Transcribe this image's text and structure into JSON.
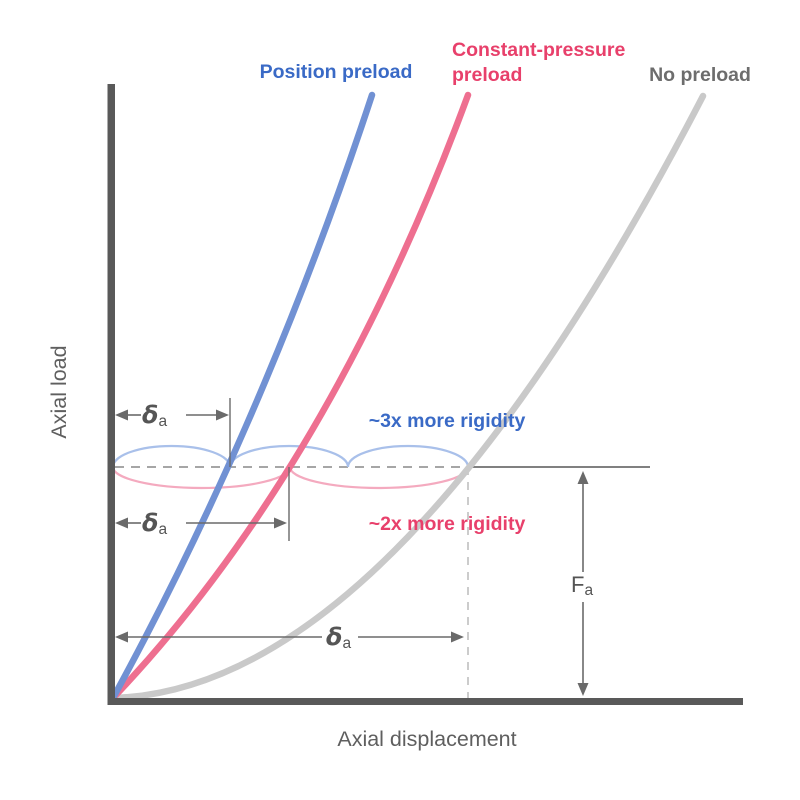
{
  "axes": {
    "y_label": "Axial load",
    "x_label": "Axial displacement"
  },
  "legend": {
    "position_preload": "Position preload",
    "constant_pressure_line1": "Constant-pressure",
    "constant_pressure_line2": "preload",
    "no_preload": "No preload"
  },
  "annotations": {
    "rigidity_blue": "~3x more rigidity",
    "rigidity_pink": "~2x more rigidity",
    "delta": "δ",
    "delta_sub": "a",
    "force": "F",
    "force_sub": "a"
  },
  "colors": {
    "axis": "#595959",
    "curve_blue": "#7191d3",
    "curve_pink": "#ee6f90",
    "curve_gray": "#c9c9c9",
    "arc_blue": "#a9c0ea",
    "arc_pink": "#f4aabf",
    "text_blue": "#3a6ac6",
    "text_pink": "#e8406b",
    "text_gray": "#6d6d6d",
    "text_dark": "#555555",
    "annotation_line": "#6a6a6a",
    "dashed_load_line": "#9a9a9a",
    "solid_load_line": "#6e6e6e",
    "dashed_displacement_line": "#c4c4c4"
  },
  "chart_data": {
    "type": "line",
    "title": "",
    "xlabel": "Axial displacement",
    "ylabel": "Axial load",
    "x_ticks": [],
    "y_ticks": [],
    "grid": false,
    "units": "normalized: reference load Fa = 1.0, no-preload displacement δa = 1.0",
    "series": [
      {
        "name": "Position preload",
        "color": "#3a6ac6",
        "points": [
          [
            0,
            0
          ],
          [
            0.14,
            0.36
          ],
          [
            0.33,
            1.0
          ],
          [
            0.51,
            1.68
          ],
          [
            0.73,
            2.61
          ]
        ],
        "displacement_at_Fa": 0.33,
        "rigidity_note": "~3x more rigidity"
      },
      {
        "name": "Constant-pressure preload",
        "color": "#e8406b",
        "points": [
          [
            0,
            0
          ],
          [
            0.28,
            0.45
          ],
          [
            0.5,
            1.0
          ],
          [
            0.7,
            1.61
          ],
          [
            1.0,
            2.61
          ]
        ],
        "displacement_at_Fa": 0.5,
        "rigidity_note": "~2x more rigidity"
      },
      {
        "name": "No preload",
        "color": "#c9c9c9",
        "points": [
          [
            0,
            0
          ],
          [
            0.48,
            0.25
          ],
          [
            0.85,
            0.73
          ],
          [
            1.0,
            1.0
          ],
          [
            1.66,
            2.61
          ]
        ],
        "displacement_at_Fa": 1.0
      }
    ],
    "reference_load_label": "Fa",
    "displacement_label": "δa",
    "legend_position": "top"
  }
}
